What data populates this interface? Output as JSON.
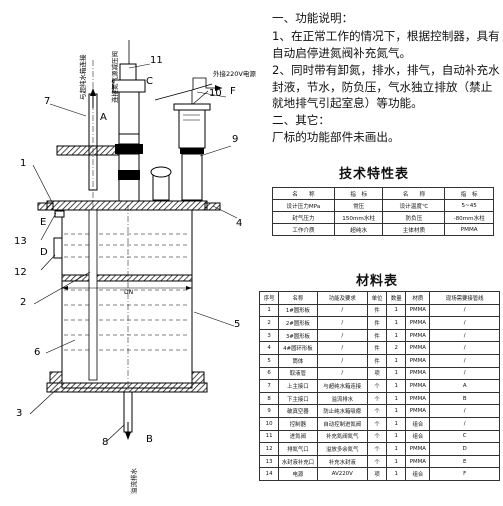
{
  "callouts": {
    "n1": "1",
    "n2": "2",
    "n3": "3",
    "n4": "4",
    "n5": "5",
    "n6": "6",
    "n7": "7",
    "n8": "8",
    "n9": "9",
    "n10": "10",
    "n11": "11",
    "n12": "12",
    "n13": "13",
    "A": "A",
    "B": "B",
    "C": "C",
    "D": "D",
    "E": "E",
    "F": "F",
    "dn": "DN",
    "power": "外接220V电源",
    "pipe_top": "与超纯水箱连接",
    "nitrogen": "连接氮气源减压阀",
    "overflow": "溢流排水"
  },
  "notes": {
    "func_title": "一、功能说明：",
    "func_p1": "1、在正常工作的情况下，根据控制器，具有自动启停进氮阀补充氮气。",
    "func_p2": "2、同时带有卸氮，排水，排气，自动补充水封液，节水，防负压，气水独立排放（禁止就地排气引起室息）等功能。",
    "other_title": "二、其它：",
    "other_p1": "厂标的功能部件未画出。"
  },
  "spec": {
    "title": "技术特性表",
    "header": [
      "名　　称",
      "指　标",
      "名　　称",
      "指　标"
    ],
    "rows": [
      [
        "设计压力MPa",
        "常压",
        "设计温度℃",
        "5~45"
      ],
      [
        "封气压力",
        "150mm水柱",
        "防负压",
        "-80mm水柱"
      ],
      [
        "工作介质",
        "超纯水",
        "主体材质",
        "PMMA"
      ]
    ]
  },
  "materials": {
    "title": "材料表",
    "header": [
      "序号",
      "名称",
      "功能及要求",
      "单位",
      "数量",
      "材质",
      "现场需要接管线"
    ],
    "rows": [
      [
        "1",
        "1#圆形板",
        "/",
        "件",
        "1",
        "PMMA",
        "/"
      ],
      [
        "2",
        "2#圆形板",
        "/",
        "件",
        "1",
        "PMMA",
        "/"
      ],
      [
        "3",
        "3#圆形板",
        "/",
        "件",
        "1",
        "PMMA",
        "/"
      ],
      [
        "4",
        "4#圆环形板",
        "/",
        "件",
        "2",
        "PMMA",
        "/"
      ],
      [
        "5",
        "筒体",
        "/",
        "件",
        "1",
        "PMMA",
        "/"
      ],
      [
        "6",
        "取液管",
        "/",
        "项",
        "1",
        "PMMA",
        "/"
      ],
      [
        "7",
        "上主接口",
        "与超纯水箱连接",
        "个",
        "1",
        "PMMA",
        "A"
      ],
      [
        "8",
        "下主接口",
        "溢流排水",
        "个",
        "1",
        "PMMA",
        "B"
      ],
      [
        "9",
        "破真空器",
        "防止纯水箱吸瘪",
        "个",
        "1",
        "PMMA",
        "/"
      ],
      [
        "10",
        "控制器",
        "自动控制进氮阀",
        "个",
        "1",
        "组合",
        "/"
      ],
      [
        "11",
        "进氮阀",
        "补充氮阀氮气",
        "个",
        "1",
        "组合",
        "C"
      ],
      [
        "12",
        "排氮气口",
        "溢放多余氮气",
        "个",
        "1",
        "PMMA",
        "D"
      ],
      [
        "13",
        "水封液补充口",
        "补充水封液",
        "个",
        "1",
        "PMMA",
        "E"
      ],
      [
        "14",
        "电源",
        "AV220V",
        "项",
        "1",
        "组合",
        "F"
      ]
    ]
  }
}
